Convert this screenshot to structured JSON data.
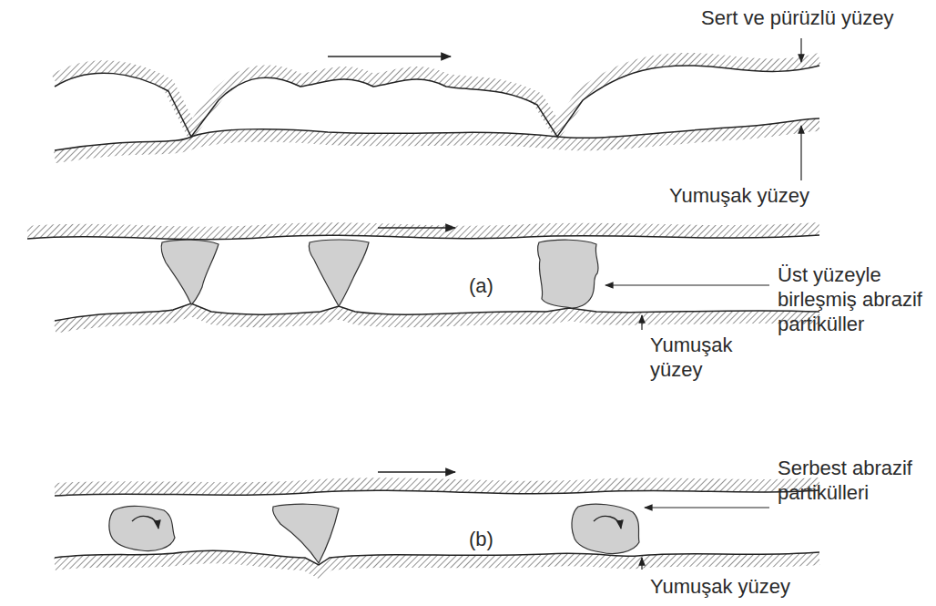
{
  "diagram": {
    "labels": [
      "Sert ve pürüzlü yüzey",
      "Yumuşak yüzey",
      "Üst yüzeyle birleşmiş abrazif partiküller",
      "(a)",
      "Yumuşak yüzey",
      "Serbest abrazif partikülleri",
      "(b)",
      "Yumuşak yüzey"
    ]
  }
}
